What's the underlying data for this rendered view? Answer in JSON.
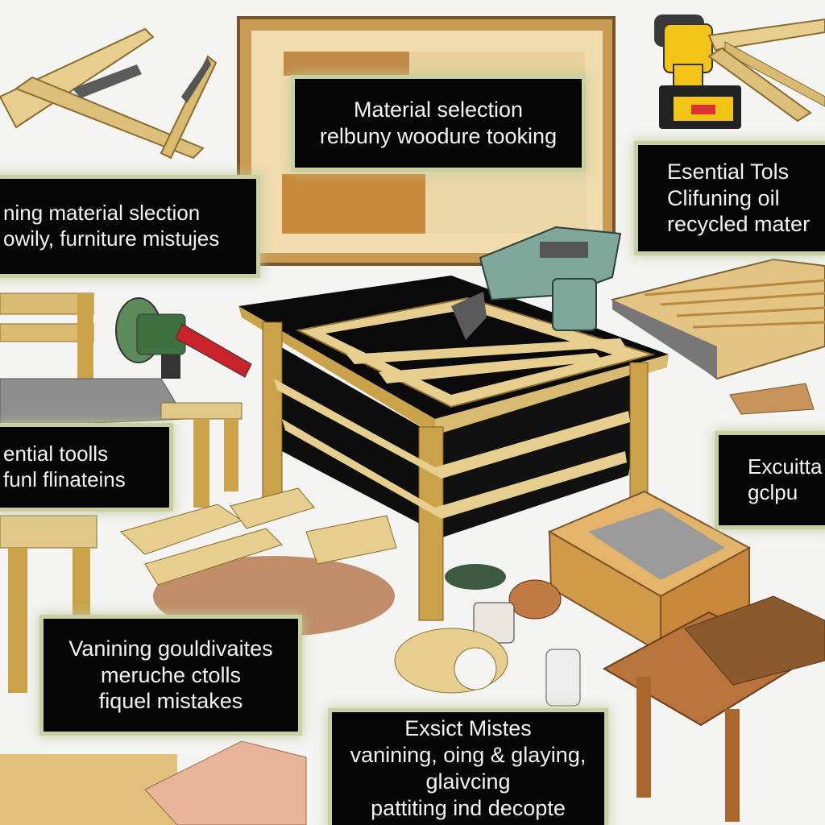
{
  "labels": {
    "material_selection": {
      "line1": "Material selection",
      "line2": "relbuny woodure tooking"
    },
    "essential_tools_right": {
      "line1": "Esential Tols",
      "line2": "Clifuning oil",
      "line3": "recycled mater"
    },
    "material_selection_left": {
      "line1": "ning material slection",
      "line2": "owily, furniture mistujes"
    },
    "essential_tools_left": {
      "line1": "ential toolls",
      "line2": "funl flinateins"
    },
    "excuitta": {
      "line1": "Excuitta",
      "line2": "gclpu"
    },
    "vanining": {
      "line1": "Vanining gouldivaites",
      "line2": "meruche ctolls",
      "line3": "fiquel mistakes"
    },
    "exsict_mistes": {
      "line1": "Exsict Mistes",
      "line2": "vanining, oing & glaying,",
      "line3": "glaivcing",
      "line4": "pattiting ind decopte"
    }
  },
  "colors": {
    "background": "#f4f4f2",
    "label_background": "#050505",
    "label_text": "#f2f2f2",
    "label_glow": "#c9cfa0",
    "light_wood": "#e6cf8e",
    "mid_wood": "#c9a24a",
    "dark_wood": "#8f5a2e",
    "table_top": "#0a0a0a",
    "drill_green": "#7fa89a",
    "sawdust": "#b06a3a"
  },
  "icons": [
    "power-drill-icon",
    "jigsaw-icon",
    "heat-gun-icon",
    "hammer-icon",
    "glue-bottle-icon",
    "paint-jar-icon"
  ]
}
